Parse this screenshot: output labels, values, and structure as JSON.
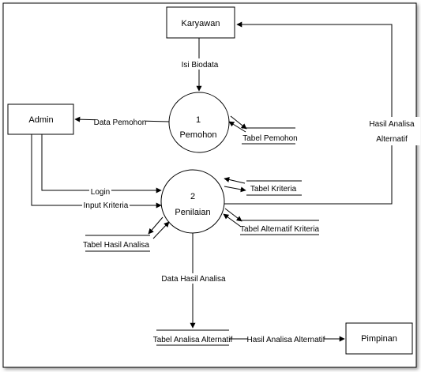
{
  "entities": {
    "karyawan": "Karyawan",
    "admin": "Admin",
    "pimpinan": "Pimpinan"
  },
  "processes": {
    "p1": {
      "number": "1",
      "name": "Pemohon"
    },
    "p2": {
      "number": "2",
      "name": "Penilaian"
    }
  },
  "datastores": {
    "tabel_pemohon": "Tabel Pemohon",
    "tabel_kriteria": "Tabel Kriteria",
    "tabel_alternatif_kriteria": "Tabel Alternatif Kriteria",
    "tabel_hasil_analisa": "Tabel Hasil Analisa",
    "tabel_analisa_alternatif": "Tabel Analisa Alternatif"
  },
  "flows": {
    "isi_biodata": "Isi Biodata",
    "data_pemohon": "Data Pemohon",
    "login": "Login",
    "input_kriteria": "Input Kriteria",
    "hasil_analisa_alternatif_line1": "Hasil Analisa",
    "hasil_analisa_alternatif_line2": "Alternatif",
    "data_hasil_analisa": "Data Hasil Analisa",
    "hasil_analisa_alternatif_bottom": "Hasil Analisa Alternatif"
  }
}
